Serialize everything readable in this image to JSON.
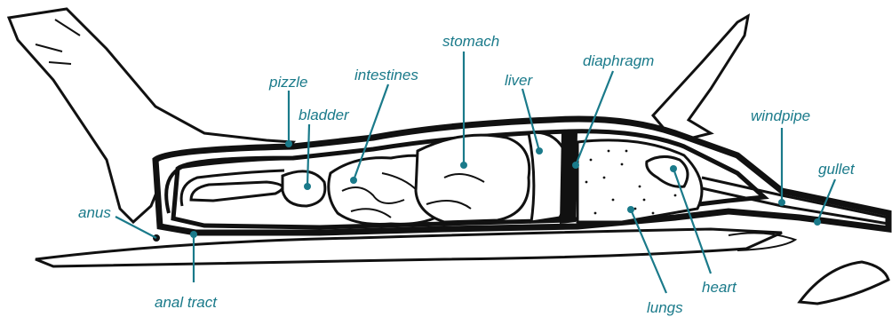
{
  "colors": {
    "label": "#1a7a8a",
    "ink": "#111111",
    "paper": "#ffffff"
  },
  "labels": {
    "pizzle": "pizzle",
    "bladder": "bladder",
    "intestines": "intestines",
    "stomach": "stomach",
    "liver": "liver",
    "diaphragm": "diaphragm",
    "windpipe": "windpipe",
    "gullet": "gullet",
    "anus": "anus",
    "anal_tract": "anal tract",
    "heart": "heart",
    "lungs": "lungs"
  }
}
